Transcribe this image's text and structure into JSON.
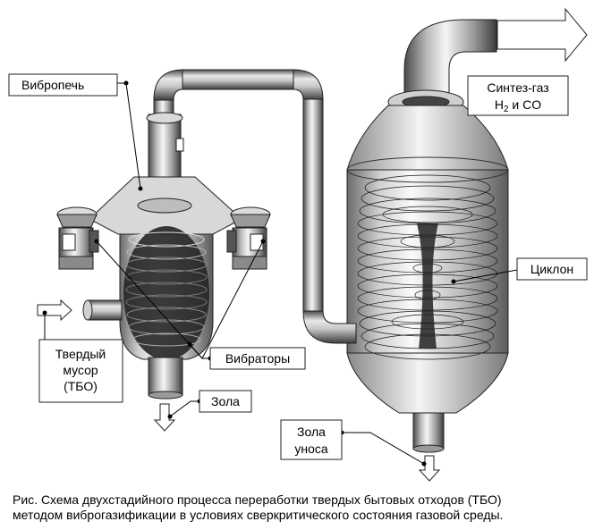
{
  "labels": {
    "vibropech": "Вибропечь",
    "syngas_line1": "Синтез-газ",
    "syngas_h": "H",
    "syngas_sub": "2",
    "syngas_rest": " и CO",
    "cyclone": "Циклон",
    "vibrators": "Вибраторы",
    "msw_line1": "Твердый",
    "msw_line2": "мусор",
    "msw_line3": "(ТБО)",
    "ash": "Зола",
    "flyash_line1": "Зола",
    "flyash_line2": "уноса"
  },
  "caption": {
    "line1": "Рис. Схема двухстадийного процесса переработки твердых бытовых отходов (ТБО)",
    "line2": "методом виброгазификации в условиях сверкритического состояния газовой среды."
  },
  "colors": {
    "metal_light": "#f2f2f2",
    "metal_mid": "#b4b4b4",
    "metal_dark": "#5a5a5a",
    "coil": "#1a1a1a"
  }
}
